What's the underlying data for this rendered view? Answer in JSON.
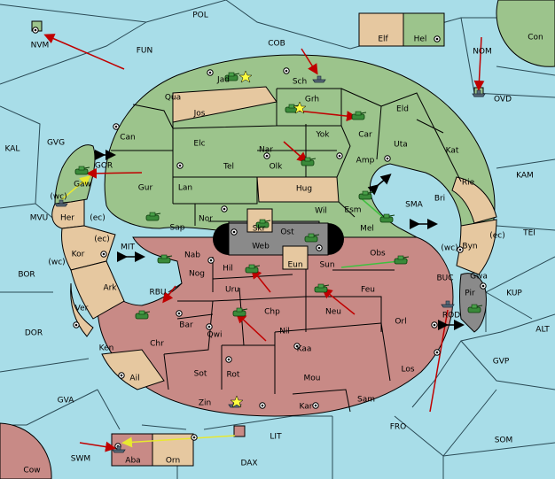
{
  "colors": {
    "water": "#a8dde8",
    "green": "#9cc48c",
    "tan": "#e6c8a0",
    "red": "#c88a86",
    "gray": "#8a8a8a",
    "arrow_red": "#c00000",
    "arrow_yellow": "#e8e830",
    "arrow_green": "#40c040"
  },
  "icons": [
    "army-icon",
    "fleet-icon",
    "supply-center-icon",
    "star-icon"
  ],
  "territories": {
    "POL": "POL",
    "FUN": "FUN",
    "COB": "COB",
    "NVM": "NVM",
    "Elf": "Elf",
    "Hel": "Hel",
    "Con": "Con",
    "NOM": "NOM",
    "OVD": "OVD",
    "KAL": "KAL",
    "GVG": "GVG",
    "Jad": "Jad",
    "Sch": "Sch",
    "Qua": "Qua",
    "Jos": "Jos",
    "Grh": "Grh",
    "Eld": "Eld",
    "Can": "Can",
    "Yok": "Yok",
    "Car": "Car",
    "Elc": "Elc",
    "Nar": "Nar",
    "Uta": "Uta",
    "Kat": "Kat",
    "GOR": "GOR",
    "Gaw": "Gaw",
    "Tel": "Tel",
    "Olk": "Olk",
    "Amp": "Amp",
    "KAM": "KAM",
    "Gur": "Gur",
    "Lan": "Lan",
    "Hug": "Hug",
    "Rie": "Rie",
    "MVU": "MVU",
    "Her": "Her",
    "Sap": "Sap",
    "Nor": "Nor",
    "Skr": "Skr",
    "Wil": "Wil",
    "Esm": "Esm",
    "SMA": "SMA",
    "Bri": "Bri",
    "Ost": "Ost",
    "Web": "Web",
    "Mel": "Mel",
    "TEI": "TEI",
    "Kor": "Kor",
    "MIT": "MIT",
    "Nab": "Nab",
    "Eun": "Eun",
    "Sun": "Sun",
    "Obs": "Obs",
    "Byn": "Byn",
    "BOR": "BOR",
    "Hil": "Hil",
    "Gwa": "Gwa",
    "Ark": "Ark",
    "RBU": "RBU",
    "Nog": "Nog",
    "Uru": "Uru",
    "Feu": "Feu",
    "BUC": "BUC",
    "Pir": "Pir",
    "KUP": "KUP",
    "Ver": "Ver",
    "Chp": "Chp",
    "Neu": "Neu",
    "ROD": "ROD",
    "DOR": "DOR",
    "Bar": "Bar",
    "Nil": "Nil",
    "Orl": "Orl",
    "ALT": "ALT",
    "Qwi": "Qwi",
    "Ken": "Ken",
    "Chr": "Chr",
    "Kaa": "Kaa",
    "GVP": "GVP",
    "Sot": "Sot",
    "Rot": "Rot",
    "Mou": "Mou",
    "Los": "Los",
    "Ail": "Ail",
    "GVA": "GVA",
    "Zin": "Zin",
    "Kar": "Kar",
    "Sam": "Sam",
    "FRO": "FRO",
    "LIT": "LIT",
    "SOM": "SOM",
    "SWM": "SWM",
    "Aba": "Aba",
    "Orn": "Orn",
    "DAX": "DAX",
    "Cow": "Cow"
  },
  "coast_labels": {
    "ec1": "(ec)",
    "ec2": "(ec)",
    "ec3": "(ec)",
    "wc1": "(wc)",
    "wc2": "(wc)",
    "wc3": "(wc)"
  }
}
